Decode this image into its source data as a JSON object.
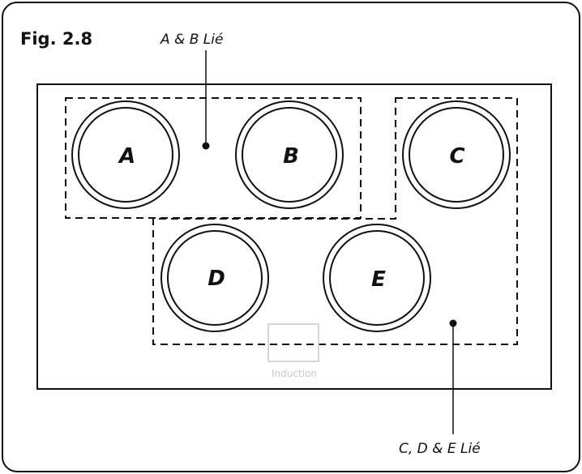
{
  "figure": {
    "title": "Fig. 2.8",
    "callout_ab": "A & B Lié",
    "callout_cde": "C, D & E Lié",
    "induction_label": "Induction"
  },
  "zones": [
    {
      "id": "a",
      "label": "A"
    },
    {
      "id": "b",
      "label": "B"
    },
    {
      "id": "c",
      "label": "C"
    },
    {
      "id": "d",
      "label": "D"
    },
    {
      "id": "e",
      "label": "E"
    }
  ],
  "colors": {
    "line": "#111111",
    "induction": "#c8c8c8"
  }
}
